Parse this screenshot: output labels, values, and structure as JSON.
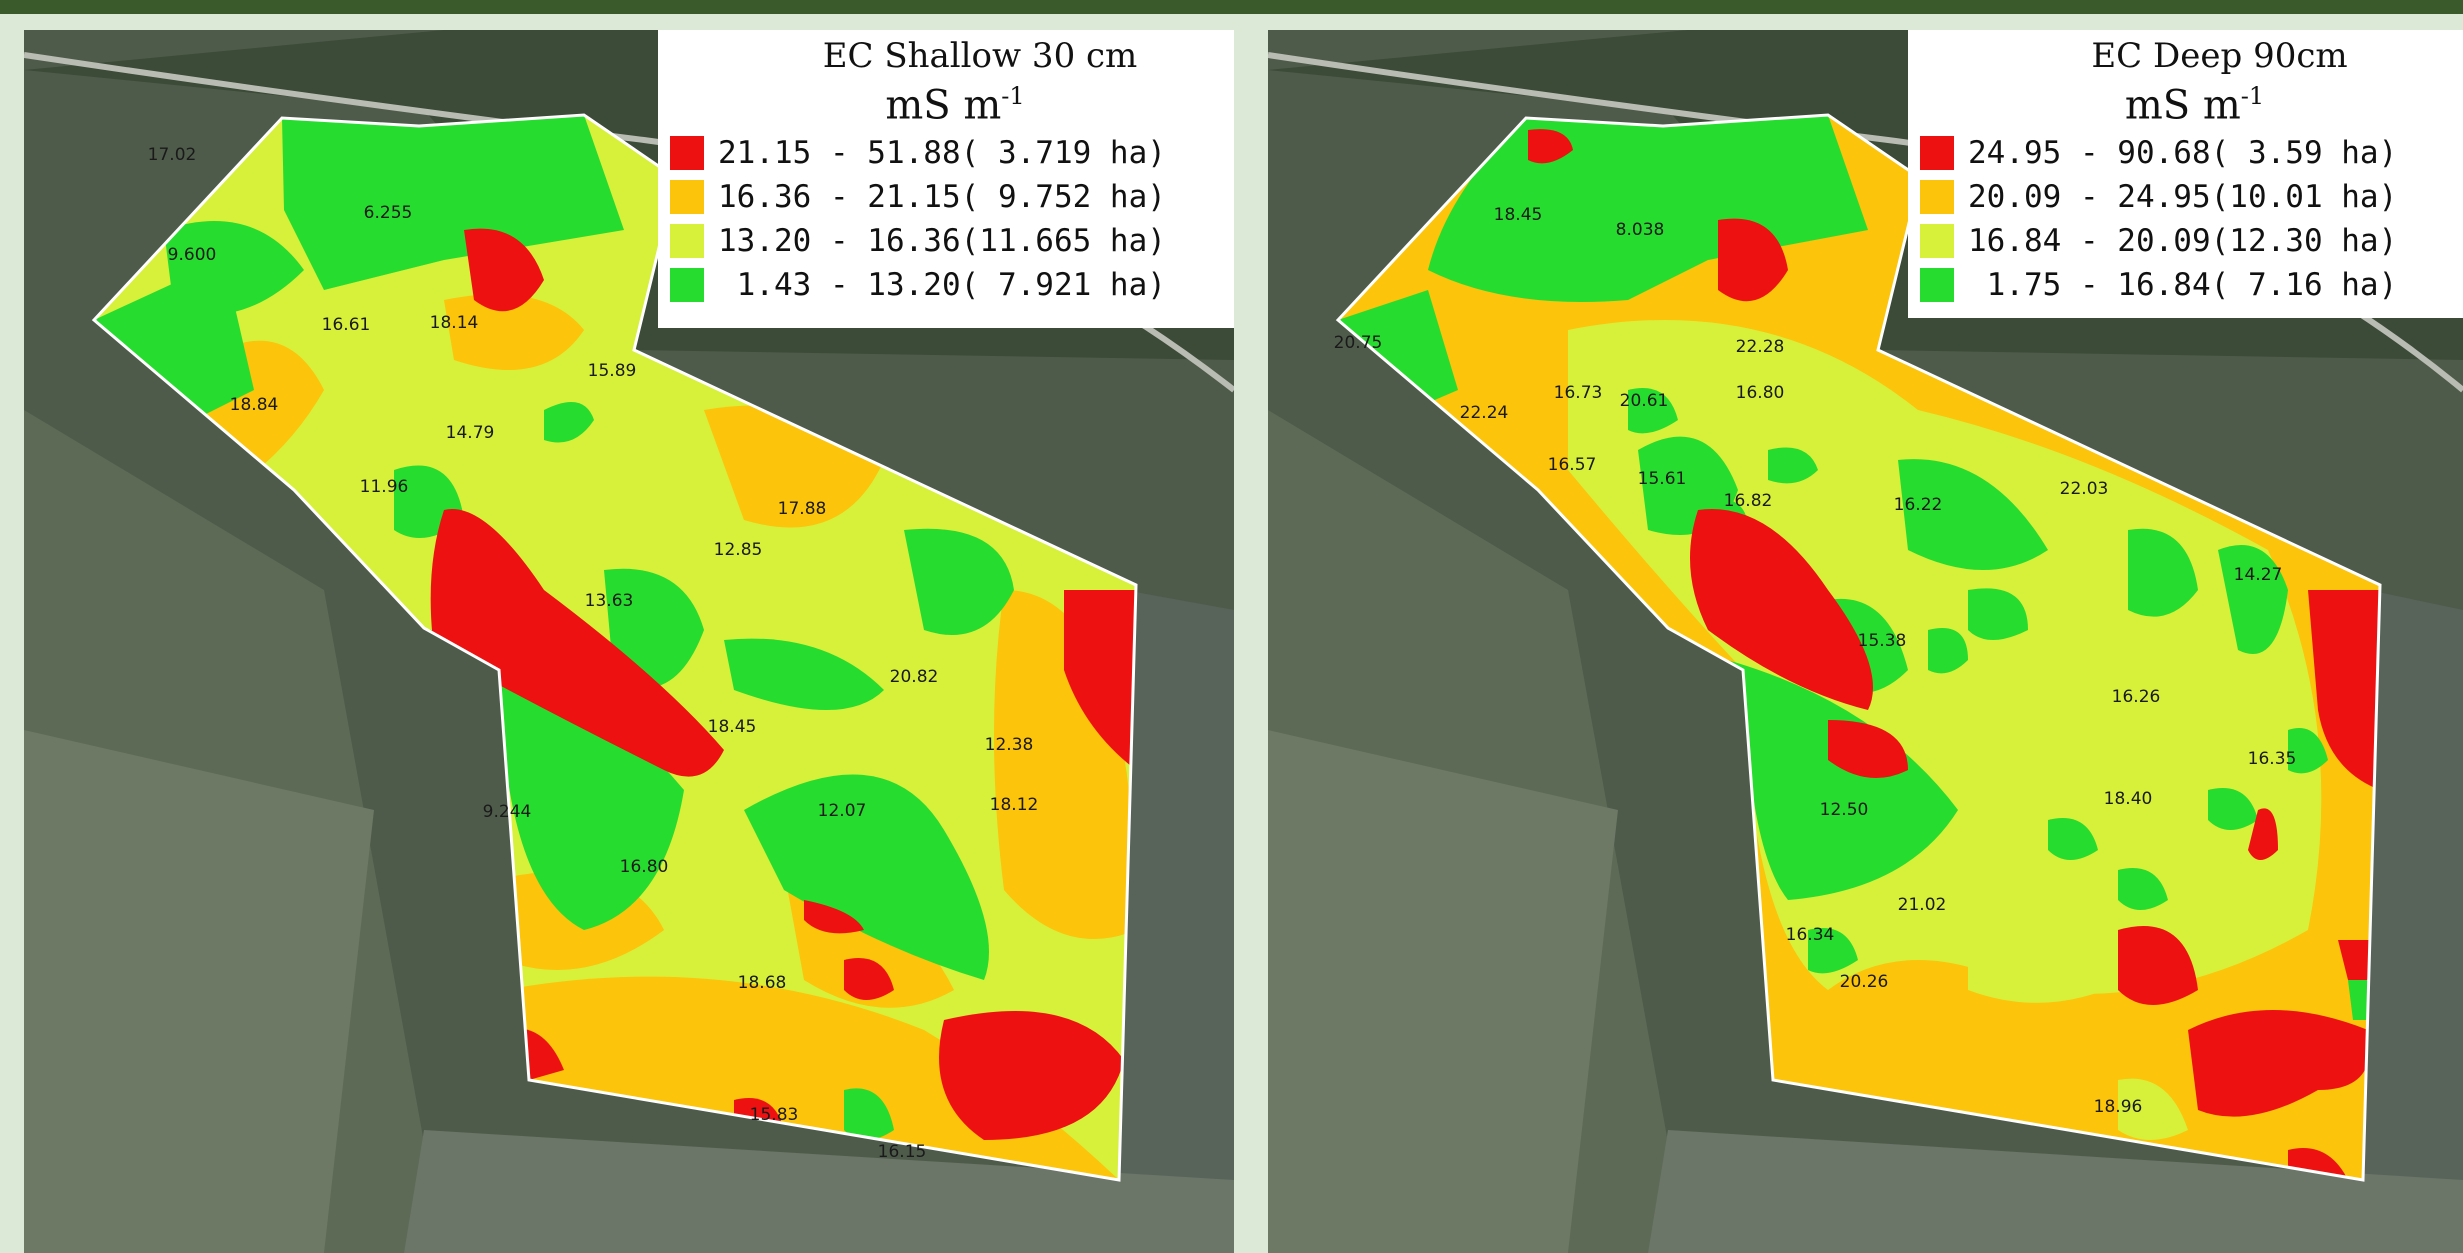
{
  "colors": {
    "red": "#ee1111",
    "orange": "#fcc40a",
    "yellow_green": "#d7f03a",
    "green": "#26dc2e",
    "border": "#ffffff"
  },
  "maps": [
    {
      "title": "EC Shallow 30 cm",
      "unit": "mS m",
      "unit_exp": "-1",
      "legend": [
        {
          "color": "red",
          "text": "21.15 - 51.88( 3.719 ha)"
        },
        {
          "color": "orange",
          "text": "16.36 - 21.15( 9.752 ha)"
        },
        {
          "color": "yellow_green",
          "text": "13.20 - 16.36(11.665 ha)"
        },
        {
          "color": "green",
          "text": " 1.43 - 13.20( 7.921 ha)"
        }
      ],
      "zone_labels": [
        "17.02",
        "9.600",
        "6.255",
        "16.61",
        "18.14",
        "18.84",
        "15.89",
        "14.79",
        "11.96",
        "17.88",
        "12.85",
        "13.63",
        "18.45",
        "9.244",
        "16.80",
        "12.07",
        "18.68",
        "15.83",
        "16.15",
        "12.38",
        "20.82",
        "18.12"
      ]
    },
    {
      "title": "EC Deep 90cm",
      "unit": "mS m",
      "unit_exp": "-1",
      "legend": [
        {
          "color": "red",
          "text": "24.95 - 90.68( 3.59 ha)"
        },
        {
          "color": "orange",
          "text": "20.09 - 24.95(10.01 ha)"
        },
        {
          "color": "yellow_green",
          "text": "16.84 - 20.09(12.30 ha)"
        },
        {
          "color": "green",
          "text": " 1.75 - 16.84( 7.16 ha)"
        }
      ],
      "zone_labels": [
        "18.45",
        "8.038",
        "20.75",
        "22.24",
        "16.73",
        "20.61",
        "16.80",
        "22.28",
        "16.57",
        "15.61",
        "16.82",
        "16.22",
        "22.03",
        "14.27",
        "15.38",
        "16.26",
        "16.35",
        "12.50",
        "18.40",
        "21.02",
        "20.26",
        "18.96",
        "16.34"
      ]
    }
  ]
}
